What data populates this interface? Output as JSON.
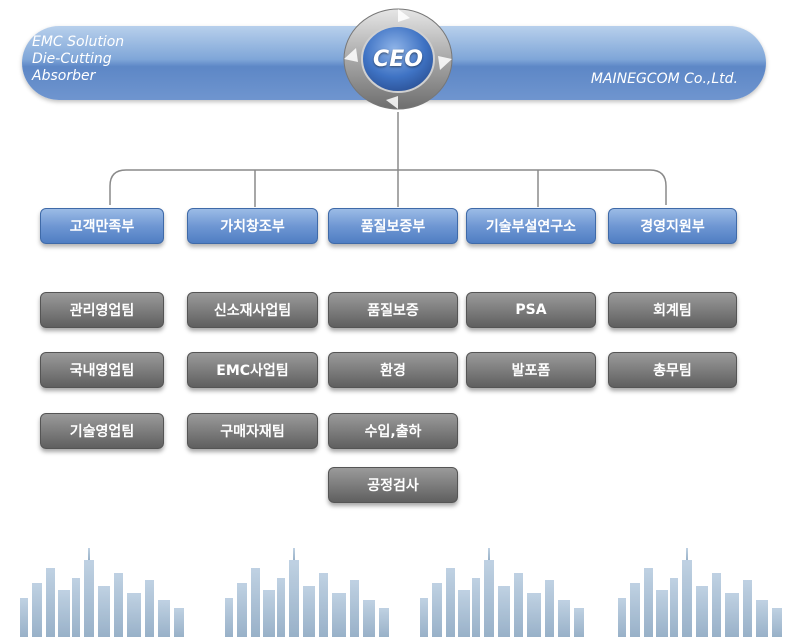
{
  "header": {
    "left_lines": [
      "EMC Solution",
      "Die-Cutting",
      "Absorber"
    ],
    "ceo_label": "CEO",
    "company": "MAINEGCOM  Co.,Ltd."
  },
  "departments": [
    {
      "label": "고객만족부",
      "teams": [
        "관리영업팀",
        "국내영업팀",
        "기술영업팀"
      ]
    },
    {
      "label": "가치창조부",
      "teams": [
        "신소재사업팀",
        "EMC사업팀",
        "구매자재팀"
      ]
    },
    {
      "label": "품질보증부",
      "teams": [
        "품질보증",
        "환경",
        "수입,출하",
        "공정검사"
      ]
    },
    {
      "label": "기술부설연구소",
      "teams": [
        "PSA",
        "발포폼"
      ]
    },
    {
      "label": "경영지원부",
      "teams": [
        "회계팀",
        "총무팀"
      ]
    }
  ],
  "colors": {
    "banner": "#6f95cf",
    "department_box": "#6f97d3",
    "team_box": "#7d7d7d",
    "connector": "#888888",
    "skyline": "#9fb6cc"
  }
}
